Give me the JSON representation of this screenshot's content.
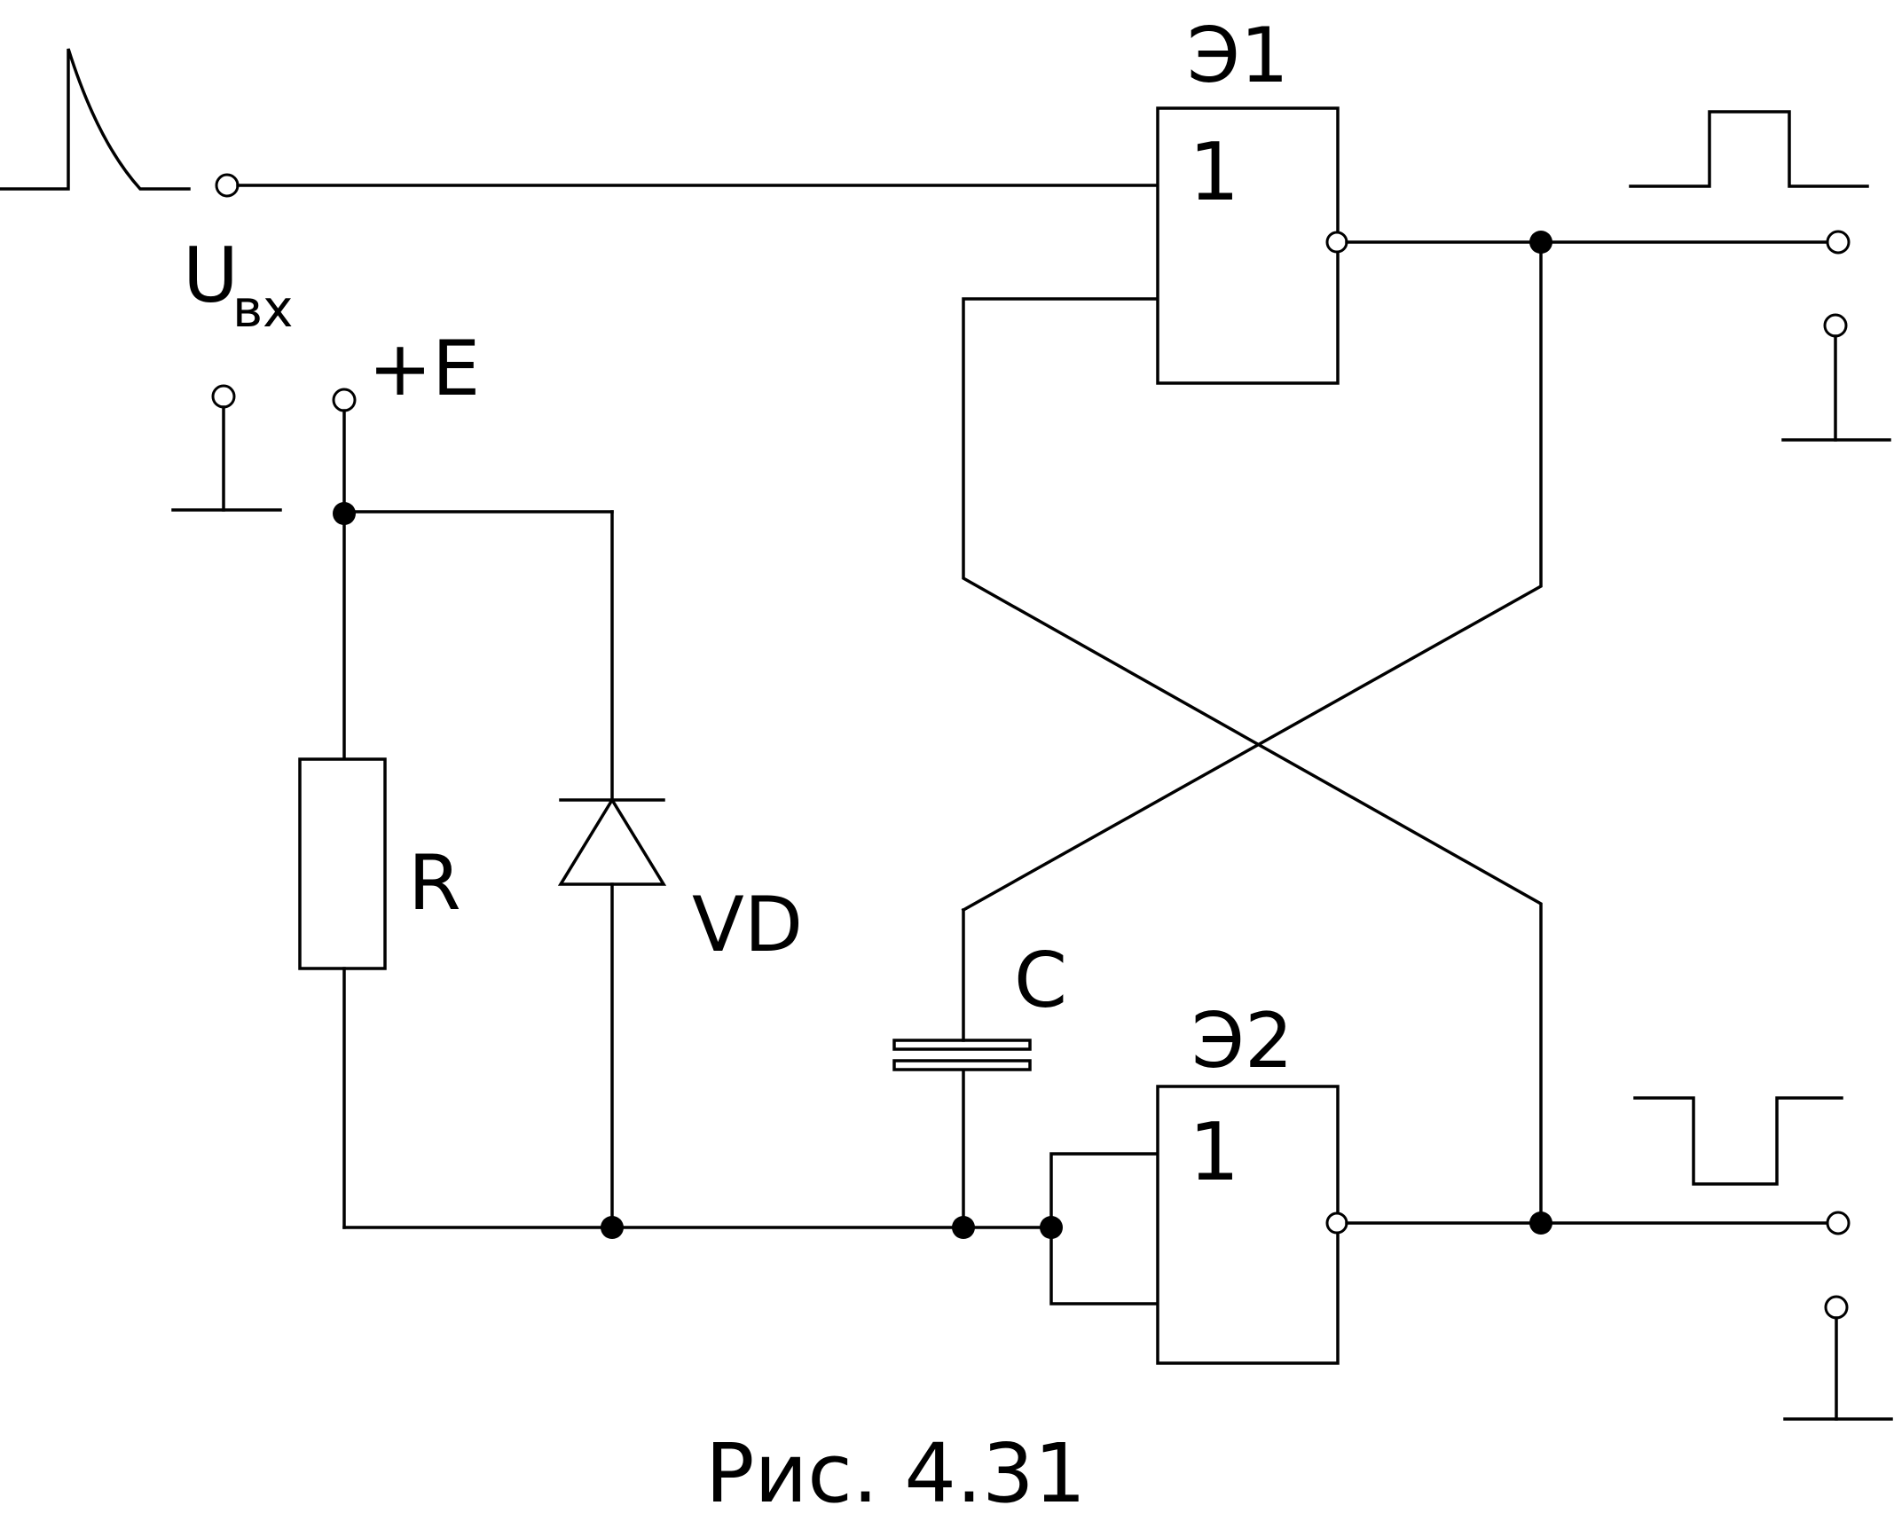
{
  "labels": {
    "input_main": "U",
    "input_sub": "вх",
    "supply": "+E",
    "resistor": "R",
    "diode": "VD",
    "capacitor": "C",
    "gate1_name": "Э1",
    "gate2_name": "Э2",
    "gate1_function": "1",
    "gate2_function": "1"
  },
  "caption": "Рис. 4.31",
  "colors": {
    "line": "#000000",
    "background": "#ffffff"
  }
}
